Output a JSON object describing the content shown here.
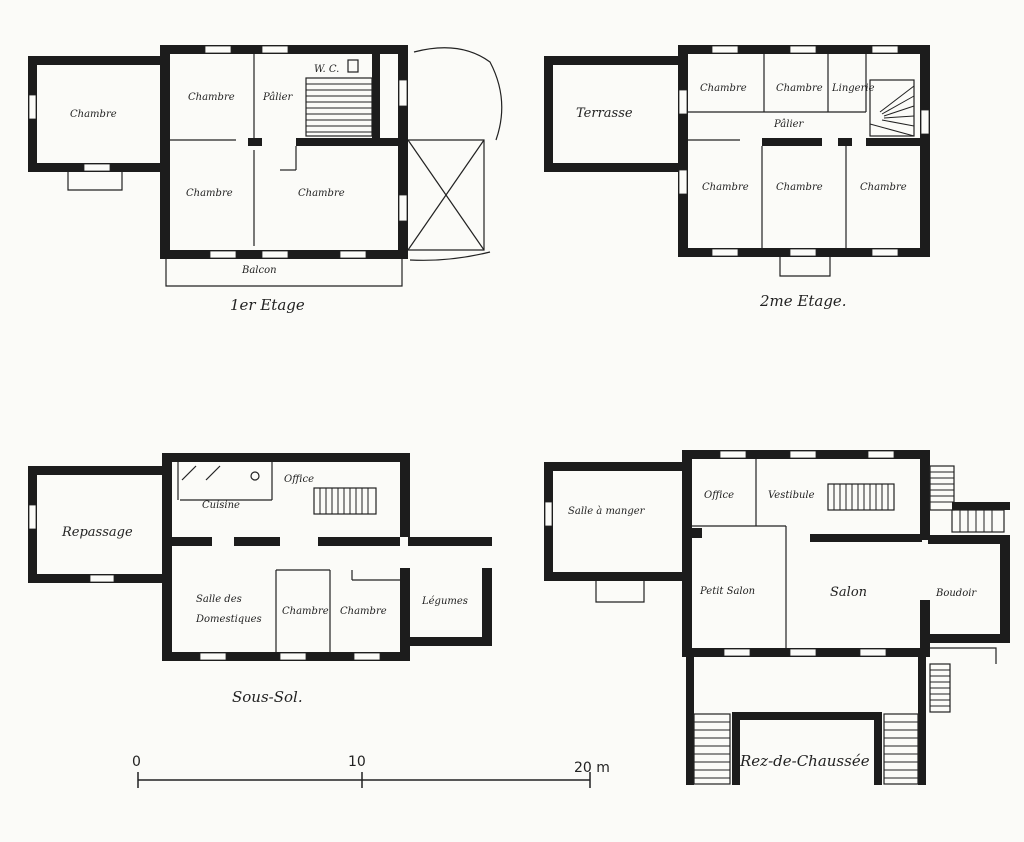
{
  "floors": {
    "premier": {
      "title": "1er Etage",
      "rooms": {
        "chambre_left": "Chambre",
        "chambre_top": "Chambre",
        "palier": "Pâlier",
        "wc": "W. C.",
        "chambre_mid": "Chambre",
        "chambre_right": "Chambre",
        "balcon": "Balcon"
      }
    },
    "deuxieme": {
      "title": "2me Etage.",
      "rooms": {
        "terrasse": "Terrasse",
        "chambre_1": "Chambre",
        "chambre_2": "Chambre",
        "lingerie": "Lingerie",
        "palier": "Pâlier",
        "chambre_3": "Chambre",
        "chambre_4": "Chambre",
        "chambre_5": "Chambre"
      }
    },
    "sous_sol": {
      "title": "Sous-Sol.",
      "rooms": {
        "repassage": "Repassage",
        "cuisine": "Cuisine",
        "office": "Office",
        "salle_domestiques_1": "Salle des",
        "salle_domestiques_2": "Domestiques",
        "chambre_1": "Chambre",
        "chambre_2": "Chambre",
        "legumes": "Légumes"
      }
    },
    "rez": {
      "title": "Rez-de-Chaussée",
      "rooms": {
        "salle_manger": "Salle à manger",
        "office": "Office",
        "vestibule": "Vestibule",
        "petit_salon": "Petit Salon",
        "salon": "Salon",
        "boudoir": "Boudoir"
      }
    }
  },
  "scale": {
    "labels": [
      "0",
      "10",
      "20 m"
    ]
  }
}
